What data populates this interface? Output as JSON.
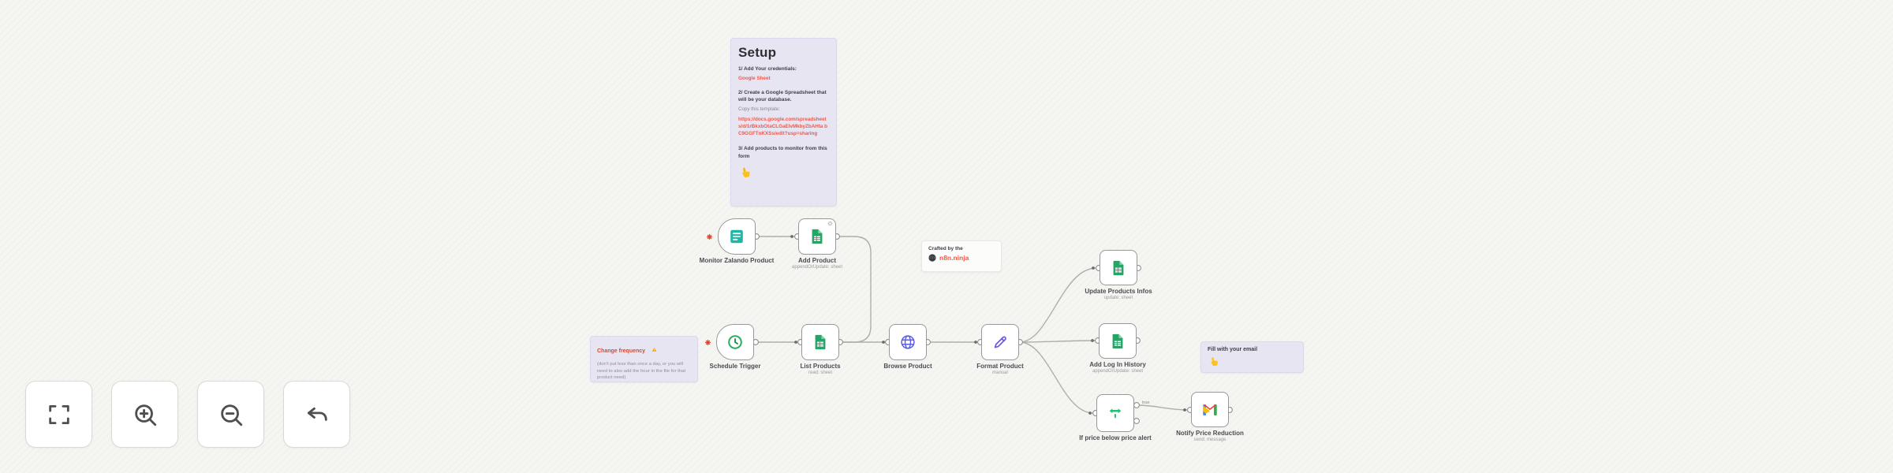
{
  "stickies": {
    "setup": {
      "title": "Setup",
      "step1": "1/ Add Your credentials:",
      "step1_link": "Google Sheet",
      "step2": "2/ Create a Google Spreadsheet that will be your database.",
      "copy_label": "Copy this template:",
      "template_url": "https://docs.google.com/spreadsheets/d/1rBkxbOtaCLGaEIvMkbyZbAHta bC9GGFTnKXSs/edit?usp=sharing",
      "step3": "3/ Add products to monitor from this form",
      "pointer_emoji": "👇"
    },
    "crafted": {
      "line1": "Crafted by the",
      "link": "n8n.ninja",
      "ninja_emoji": "🥷"
    },
    "frequency": {
      "title": "Change frequency",
      "warning_emoji": "⚠️",
      "body": "(don't put less than once a day, or you will need to also add the hour in the file for that product need)"
    },
    "email": {
      "title": "Fill with your email",
      "pointer_emoji": "👇"
    }
  },
  "nodes": [
    {
      "label": "Monitor Zalando Product",
      "subtitle": "",
      "icon": "form-trigger",
      "type": "trigger"
    },
    {
      "label": "Add Product",
      "subtitle": "appendOrUpdate: sheet",
      "icon": "google-sheets",
      "type": "action"
    },
    {
      "label": "Schedule Trigger",
      "subtitle": "",
      "icon": "clock",
      "type": "trigger"
    },
    {
      "label": "List Products",
      "subtitle": "read: sheet",
      "icon": "google-sheets",
      "type": "action"
    },
    {
      "label": "Browse Product",
      "subtitle": "",
      "icon": "globe",
      "type": "action"
    },
    {
      "label": "Format Product",
      "subtitle": "manual",
      "icon": "pencil",
      "type": "action"
    },
    {
      "label": "Update Products Infos",
      "subtitle": "update: sheet",
      "icon": "google-sheets",
      "type": "action"
    },
    {
      "label": "Add Log In History",
      "subtitle": "appendOrUpdate: sheet",
      "icon": "google-sheets",
      "type": "action"
    },
    {
      "label": "If price below price alert",
      "subtitle": "",
      "icon": "if-signpost",
      "type": "action"
    },
    {
      "label": "Notify Price Reduction",
      "subtitle": "send: message",
      "icon": "gmail",
      "type": "action"
    }
  ],
  "connections": {
    "if_true_label": "true"
  },
  "controls": {
    "fit_view": "fit-view",
    "zoom_in": "zoom-in",
    "zoom_out": "zoom-out",
    "reset": "undo-reset"
  },
  "colors": {
    "accent_link": "#ED5A4B",
    "sticky_bg": "#E8E5F3",
    "sheets_green": "#23A566",
    "form_teal": "#21B5A8",
    "clock_green": "#27AE60",
    "http_indigo": "#5A5EE8",
    "set_indigo": "#6B5BE2",
    "if_green": "#1FBF75",
    "node_border": "#98989B"
  }
}
